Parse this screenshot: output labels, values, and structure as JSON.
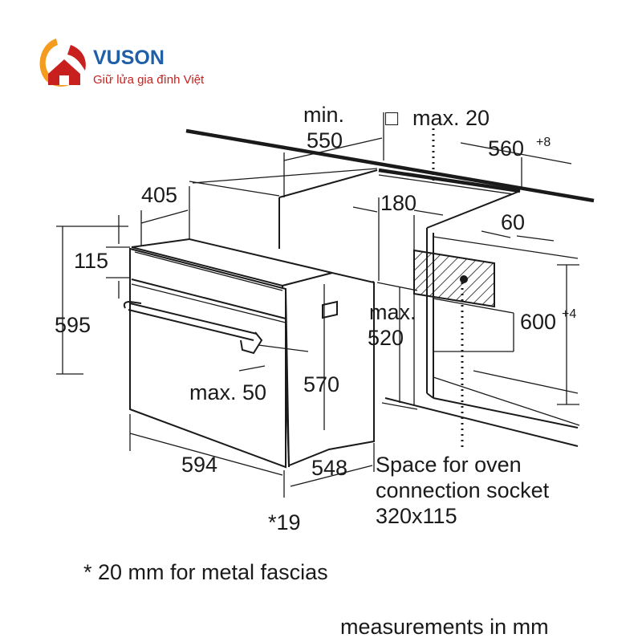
{
  "logo": {
    "brand": "VUSON",
    "slogan": "Giữ lửa gia đình Việt",
    "icon": "flame-house-icon",
    "colors": {
      "blue": "#1f5fa8",
      "red": "#c8201e",
      "orange": "#f39c1f"
    }
  },
  "dimensions": {
    "min_label": "min.",
    "depth_550": "550",
    "gap_square": "□",
    "gap_max": "max. 20",
    "width_560": "560",
    "width_560_tol": "+8",
    "depth_405": "405",
    "depth_180": "180",
    "depth_60": "60",
    "height_115": "115",
    "height_595": "595",
    "max_520_label": "max.",
    "max_520": "520",
    "height_600": "600",
    "height_600_tol": "+4",
    "handle_max50": "max. 50",
    "height_570": "570",
    "width_594": "594",
    "depth_548": "548",
    "fascia_19": "*19"
  },
  "socket_note": {
    "line1": "Space for oven",
    "line2": "connection socket",
    "line3": "320x115"
  },
  "footnote": "* 20 mm for metal fascias",
  "units_note": "measurements in mm"
}
